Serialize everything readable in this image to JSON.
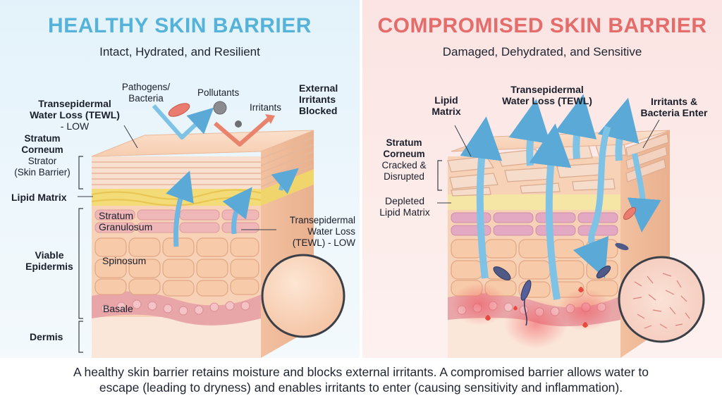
{
  "healthy": {
    "title": "HEALTHY SKIN BARRIER",
    "subtitle": "Intact, Hydrated, and Resilient",
    "labels": {
      "tewl_top_1": "Transepidermal",
      "tewl_top_2": "Water Loss (TEWL)",
      "tewl_top_3": "- LOW",
      "pathogens_1": "Pathogens/",
      "pathogens_2": "Bacteria",
      "pollutants": "Pollutants",
      "irritants": "Irritants",
      "blocked_1": "External",
      "blocked_2": "Irritants",
      "blocked_3": "Blocked",
      "sc_1": "Stratum",
      "sc_2": "Corneum",
      "sc_3": "Strator",
      "sc_4": "(Skin Barrier)",
      "lipid": "Lipid Matrix",
      "granulosum_1": "Stratum",
      "granulosum_2": "Granulosum",
      "viable_1": "Viable",
      "viable_2": "Epidermis",
      "spinosum": "Spinosum",
      "basale": "Basale",
      "dermis": "Dermis",
      "tewl_mid_1": "Transepidermal",
      "tewl_mid_2": "Water Loss",
      "tewl_mid_3": "(TEWL) - LOW"
    }
  },
  "compromised": {
    "title": "COMPROMISED SKIN BARRIER",
    "subtitle": "Damaged, Dehydrated, and Sensitive",
    "labels": {
      "lipid_1": "Lipid",
      "lipid_2": "Matrix",
      "tewl_1": "Transepidermal",
      "tewl_2": "Water Loss (TEWL)",
      "enter_1": "Irritants &",
      "enter_2": "Bacteria Enter",
      "sc_1": "Stratum",
      "sc_2": "Corneum",
      "sc_3": "Cracked &",
      "sc_4": "Disrupted",
      "depleted_1": "Depleted",
      "depleted_2": "Lipid Matrix"
    }
  },
  "caption": {
    "line1": "A healthy skin barrier retains moisture and blocks external irritants. A compromised barrier allows water to",
    "line2": "escape (leading to dryness) and enables irritants to enter (causing sensitivity and inflammation)."
  },
  "colors": {
    "healthy_title": "#55b3d9",
    "compromised_title": "#e46c6a",
    "water_arrow": "#7ec3e6",
    "irritant_arrow": "#e9836c",
    "lipid": "#f3dc78",
    "skin": "#f6c9a8",
    "basale": "#e9a6a9"
  }
}
